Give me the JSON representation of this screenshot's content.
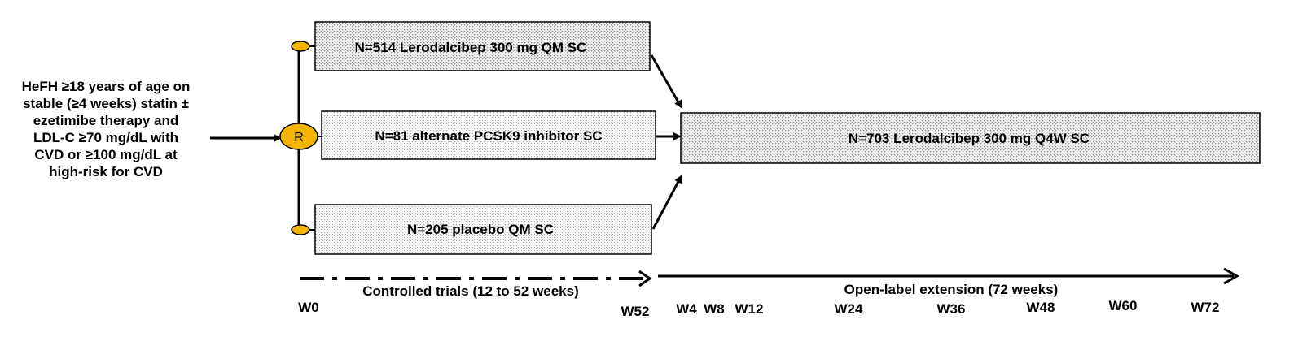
{
  "population": {
    "lines": [
      "HeFH ≥18 years of age on",
      "stable (≥4 weeks) statin ±",
      "ezetimibe therapy and",
      "LDL-C ≥70 mg/dL with",
      "CVD  or ≥100 mg/dL at",
      "high-risk for CVD"
    ]
  },
  "randomization": {
    "label": "R"
  },
  "arms": [
    {
      "label": "N=514 Lerodalcibep 300 mg QM SC"
    },
    {
      "label": "N=81 alternate PCSK9 inhibitor SC"
    },
    {
      "label": "N=205 placebo QM SC"
    }
  ],
  "extension": {
    "label": "N=703 Lerodalcibep 300 mg Q4W SC"
  },
  "phases": {
    "controlled": "Controlled trials (12 to 52 weeks)",
    "open_label": "Open-label extension (72 weeks)"
  },
  "weeks": [
    "W0",
    "W52",
    "W4",
    "W8",
    "W12",
    "W24",
    "W36",
    "W48",
    "W60",
    "W72"
  ],
  "colors": {
    "randomization_fill": "#F5B400",
    "box_fill": "#E4E4E4",
    "line": "#000000"
  }
}
